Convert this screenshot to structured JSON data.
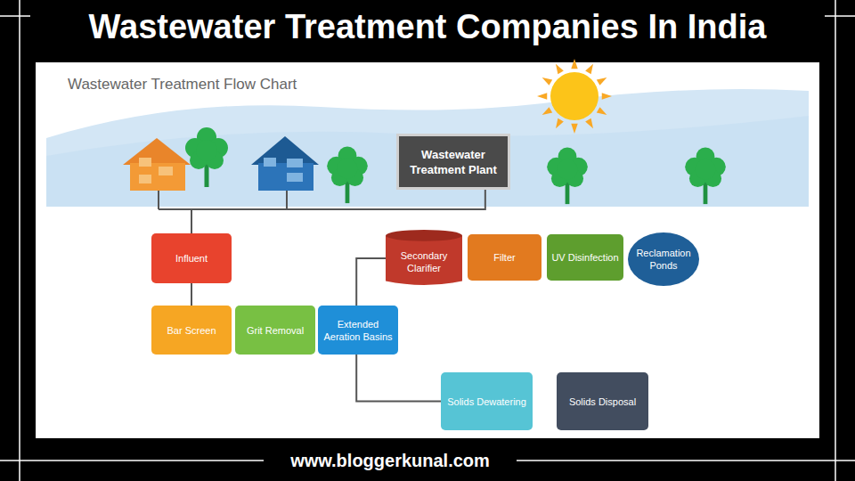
{
  "diagram": {
    "title": "Wastewater Treatment Companies In India",
    "nodes": [
      {
        "text": [
          "Wastewater Treatment Plant"
        ]
      },
      {
        "text": [
          "Influent"
        ]
      },
      {
        "text": [
          "Secondary Clarifier"
        ]
      },
      {
        "text": [
          "Filter"
        ]
      },
      {
        "text": [
          "UV Disinfection"
        ]
      },
      {
        "text": [
          "Reclamation Ponds"
        ]
      },
      {
        "text": [
          "Bar Screen"
        ]
      },
      {
        "text": [
          "Grit Removal"
        ]
      },
      {
        "text": [
          "Extended Aeration Basins"
        ]
      },
      {
        "text": [
          "Solids Dewatering"
        ]
      },
      {
        "text": [
          "Solids Disposal"
        ]
      }
    ],
    "edges": [
      {
        "from": 0,
        "to": 1,
        "arrow": "none"
      },
      {
        "from": 1,
        "to": 6,
        "arrow": "none"
      },
      {
        "from": 8,
        "to": 2,
        "arrow": "none"
      },
      {
        "from": 8,
        "to": 9,
        "arrow": "none"
      }
    ],
    "labels": [
      "Wastewater Treatment Flow Chart",
      "www.bloggerkunal.com"
    ]
  }
}
